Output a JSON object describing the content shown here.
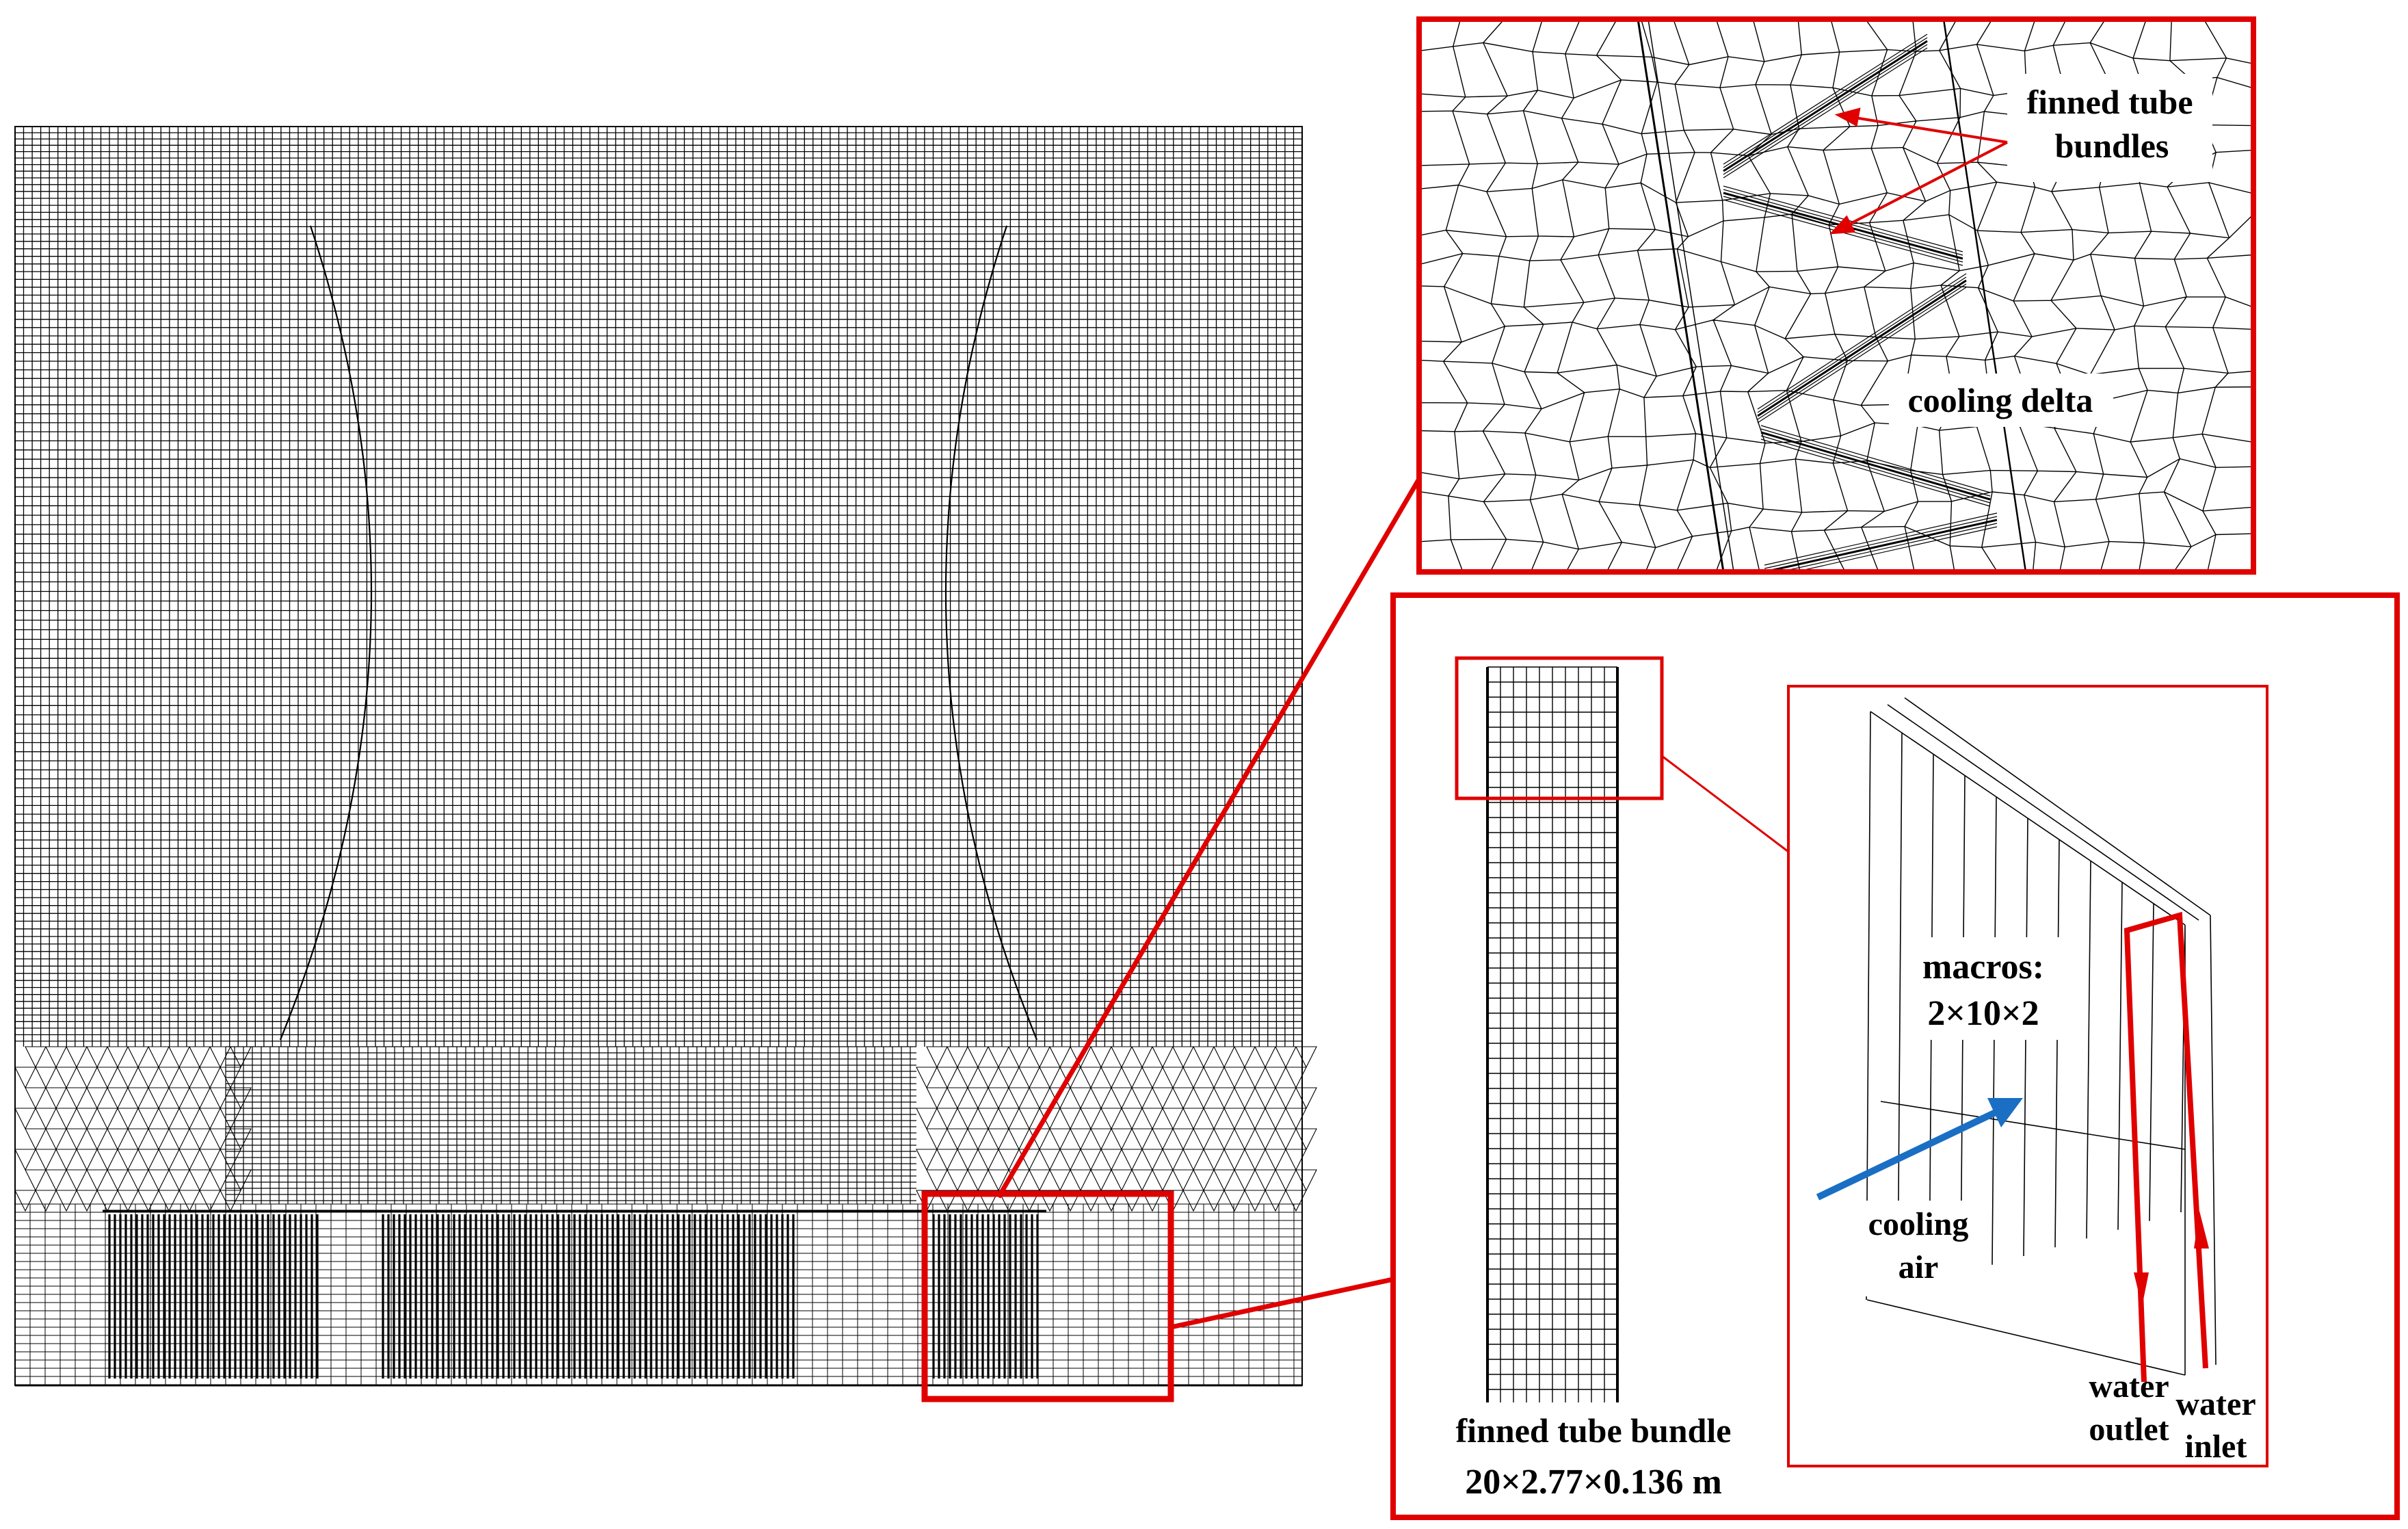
{
  "labels": {
    "finned_tube_bundles_line1": "finned tube",
    "finned_tube_bundles_line2": "bundles",
    "cooling_delta": "cooling delta",
    "macros_line1": "macros:",
    "macros_line2": "2×10×2",
    "cooling_air_line1": "cooling",
    "cooling_air_line2": "air",
    "water_outlet_line1": "water",
    "water_outlet_line2": "outlet",
    "water_inlet_line1": "water",
    "water_inlet_line2": "inlet",
    "bundle_line1": "finned tube bundle",
    "bundle_line2": "20×2.77×0.136 m"
  },
  "colors": {
    "highlight": "#e00000",
    "mesh": "#000000",
    "air_arrow": "#1a6fc4",
    "background": "#ffffff"
  }
}
